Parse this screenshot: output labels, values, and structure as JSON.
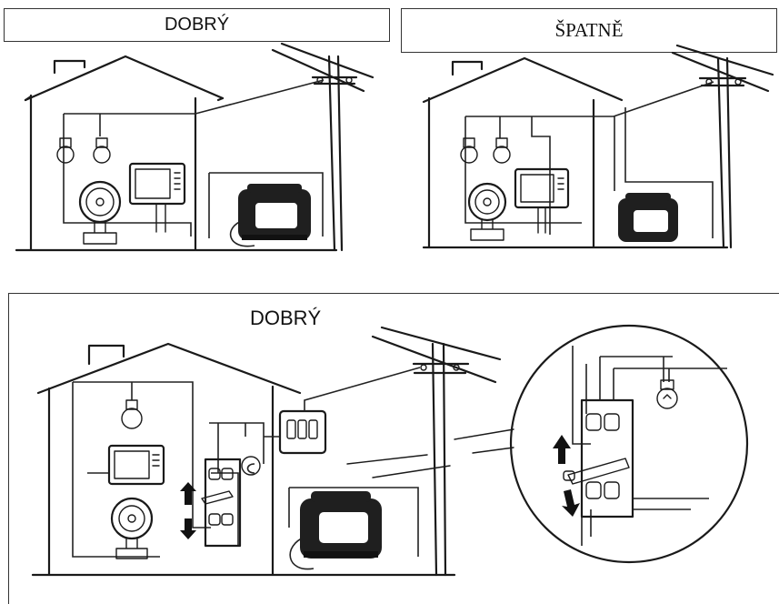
{
  "labels": {
    "good_top": "DOBRÝ",
    "bad_top": "ŠPATNĚ",
    "good_bottom": "DOBRÝ"
  },
  "colors": {
    "line": "#1a1a1a",
    "generator_body": "#1f1f1f",
    "background": "#ffffff"
  }
}
